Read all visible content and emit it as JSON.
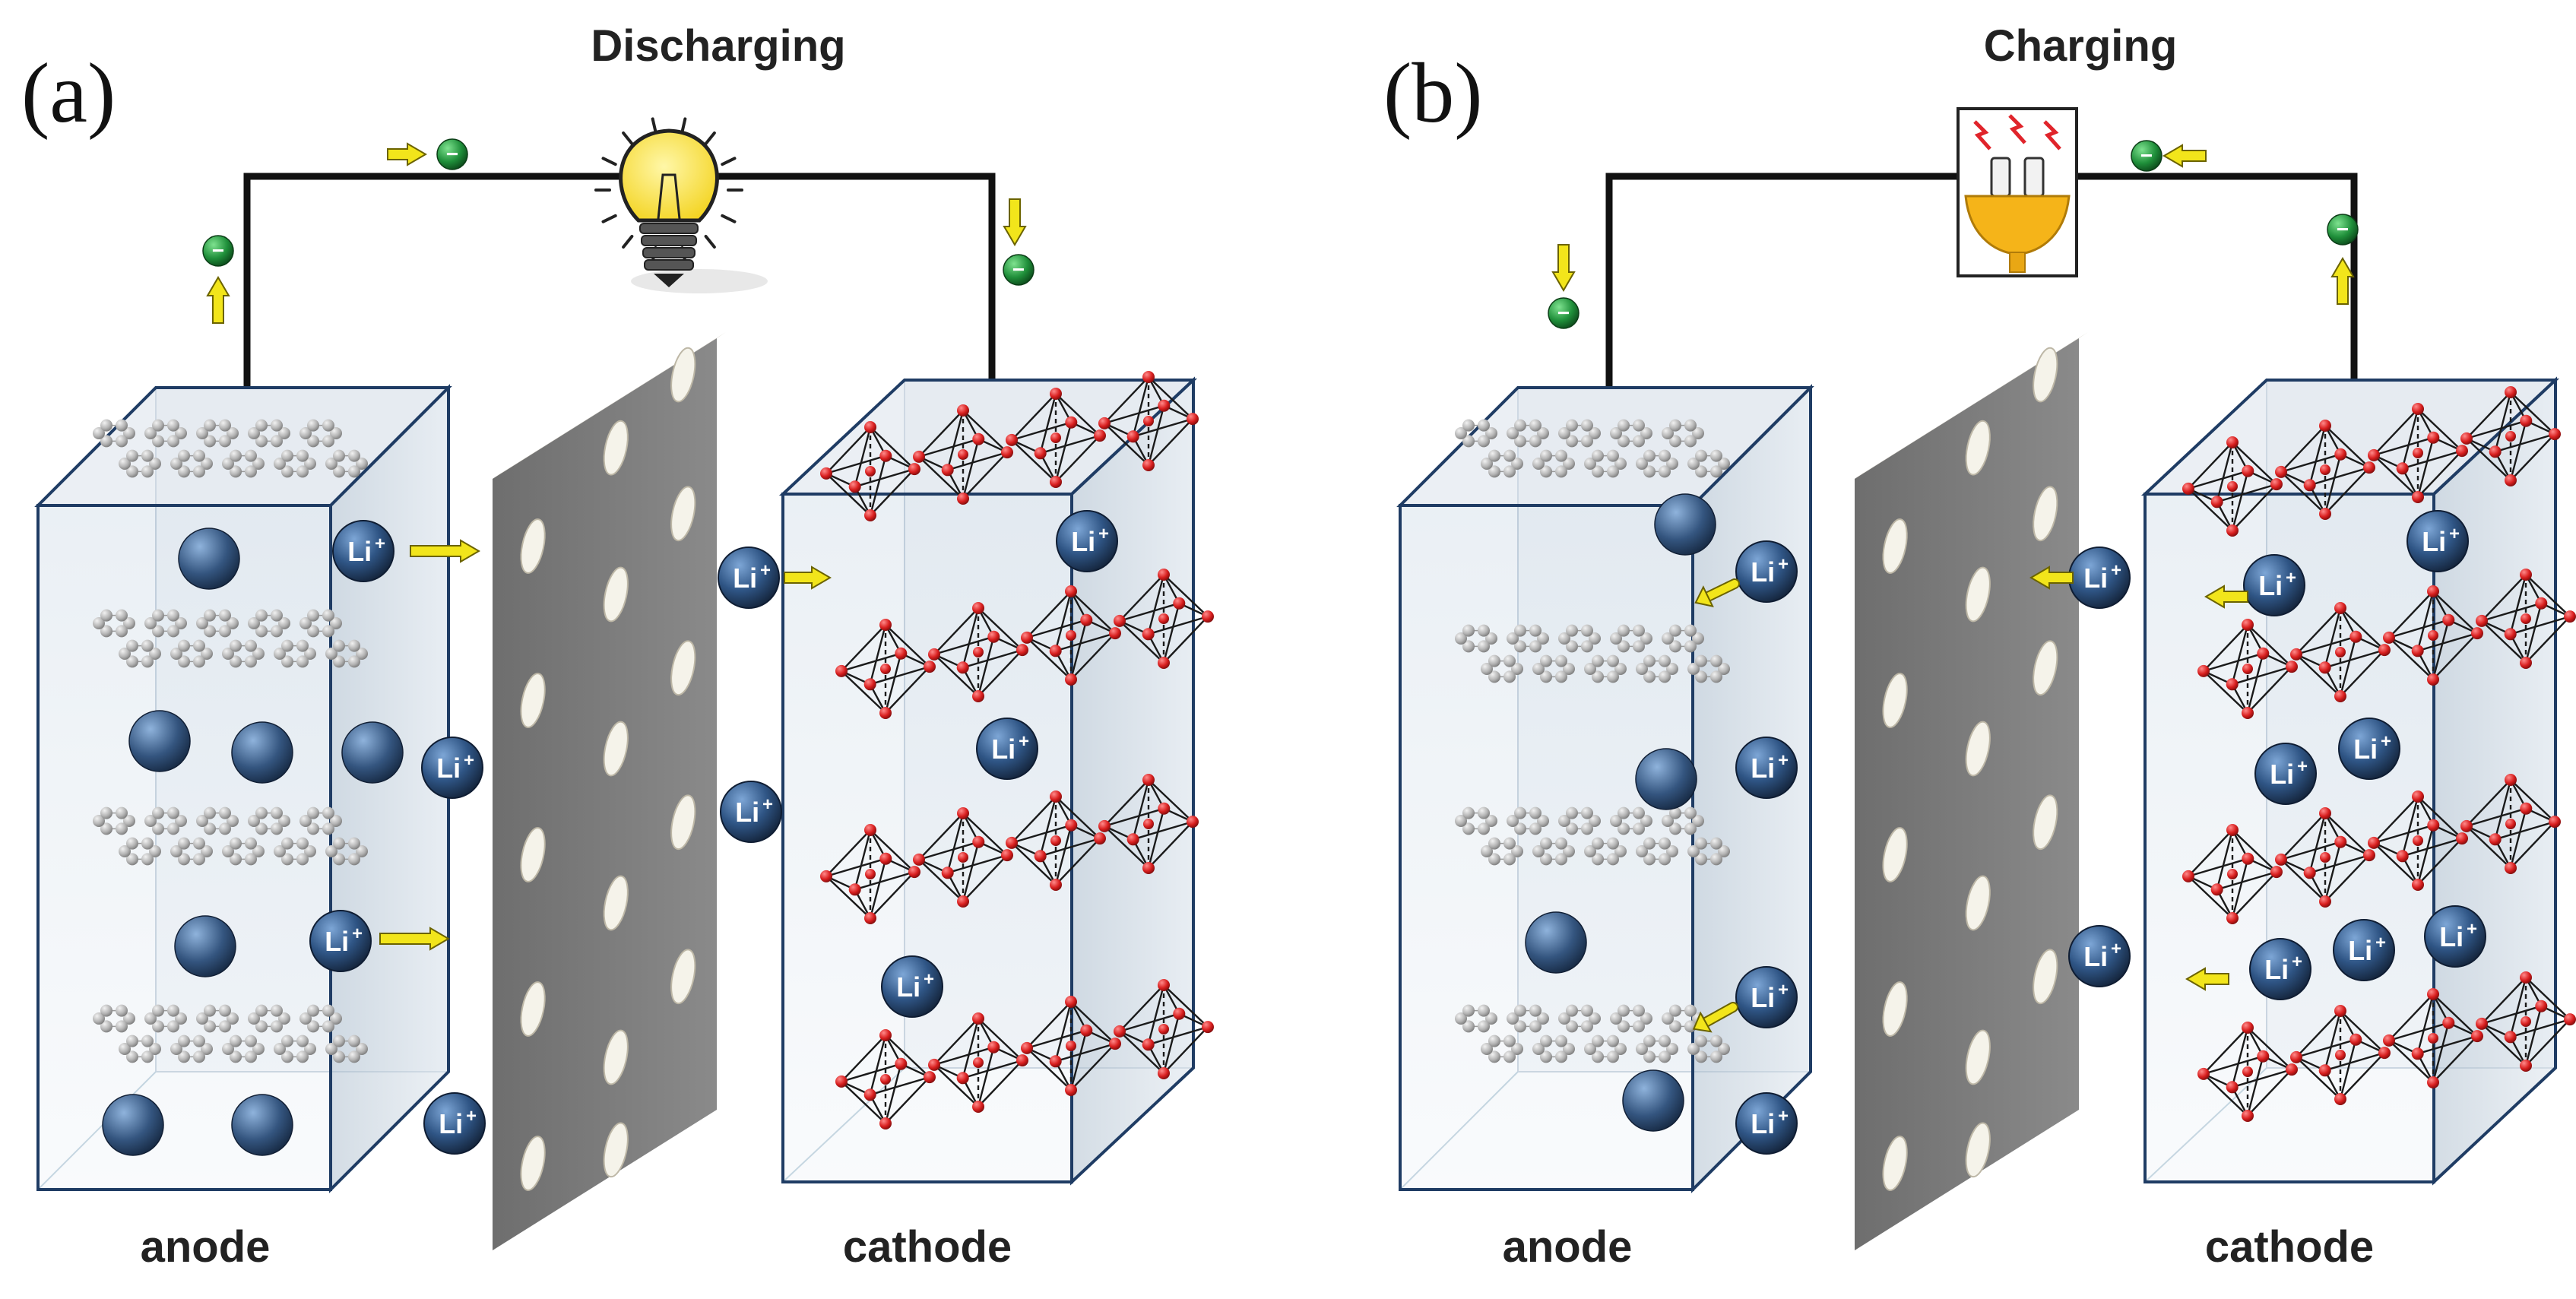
{
  "panels": [
    {
      "letter": "(a)",
      "mode": "Discharging",
      "source": "bulb-icon"
    },
    {
      "letter": "(b)",
      "mode": "Charging",
      "source": "plug-icon"
    }
  ],
  "labels": {
    "anode": "anode",
    "cathode": "cathode"
  },
  "ion": {
    "symbol": "Li",
    "charge": "+"
  },
  "electron": {
    "symbol": "−"
  },
  "colors": {
    "ion": "#2f4f78",
    "electron": "#1f8f3a",
    "arrow": "#f2e51b",
    "cathode_atom": "#d81e1e",
    "anode_atom": "#b4b4b4",
    "separator": "#7a7a7a",
    "box_edge": "#1f3c64"
  }
}
